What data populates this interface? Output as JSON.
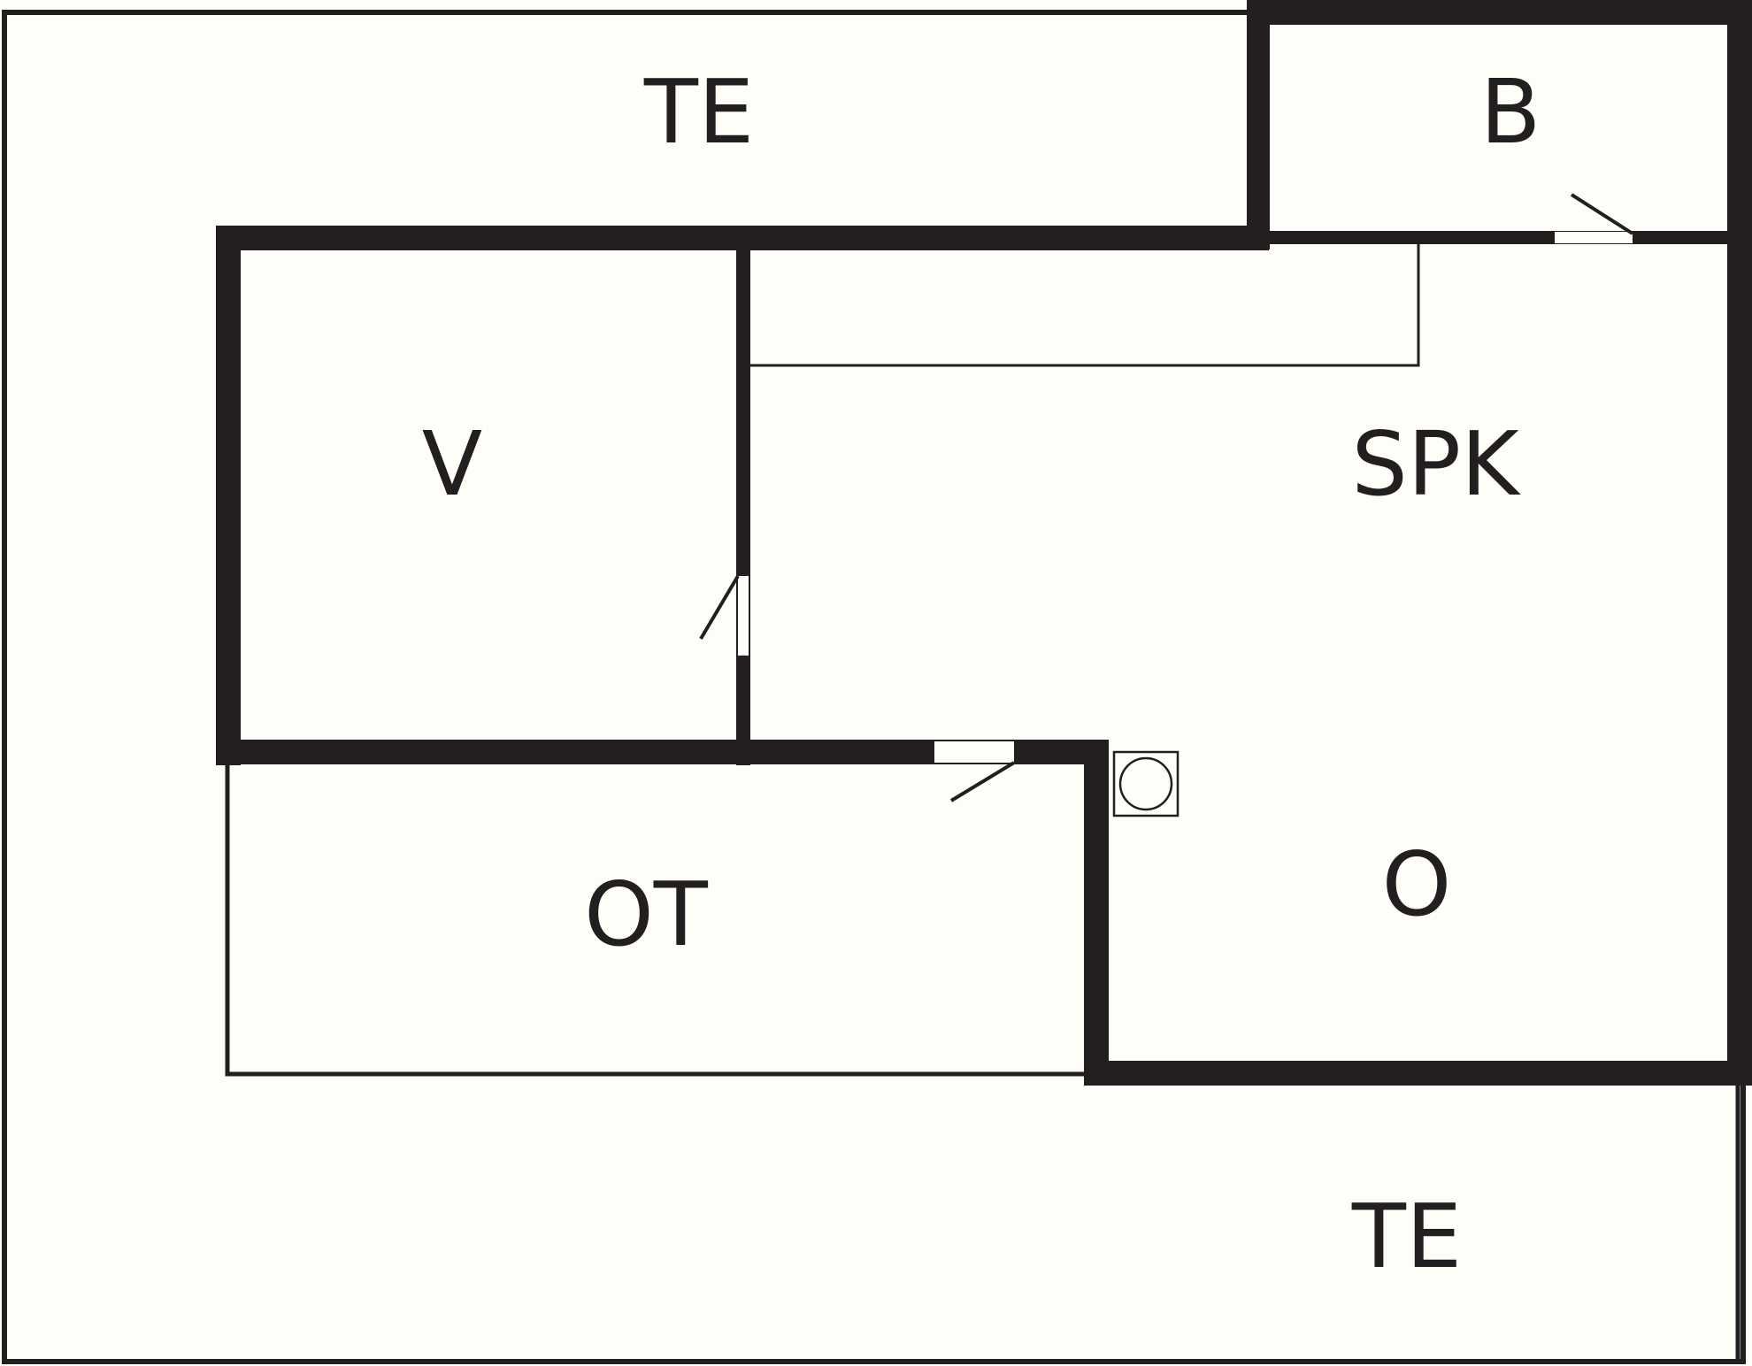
{
  "colors": {
    "background": "#fdfef8",
    "wall": "#231f20"
  },
  "rooms": {
    "terrace_top": "TE",
    "balcony": "B",
    "living_kitchen": "SPK",
    "bedroom": "V",
    "entry": "O",
    "storage": "OT",
    "terrace_bottom": "TE"
  },
  "fixtures": [
    "fireplace-icon"
  ]
}
